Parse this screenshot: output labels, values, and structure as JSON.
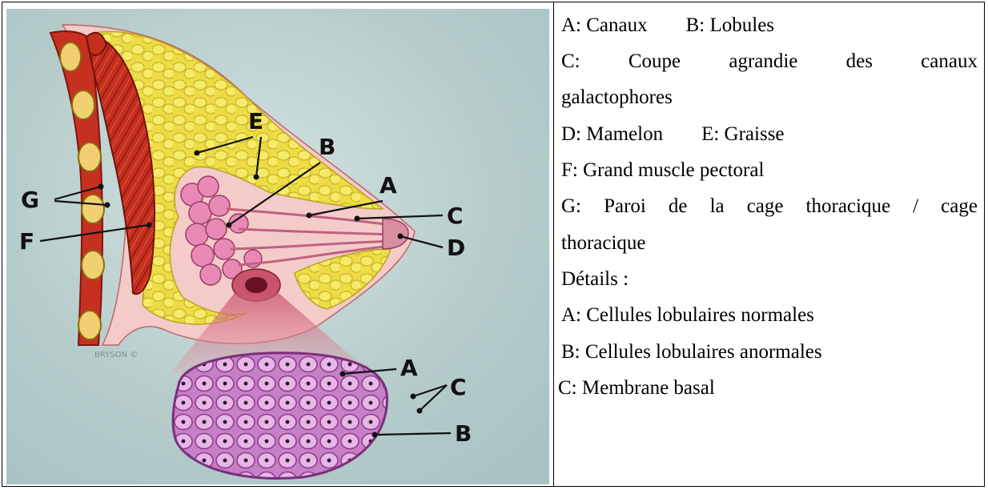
{
  "diagram": {
    "labels": {
      "E": "E",
      "B": "B",
      "A": "A",
      "C": "C",
      "G": "G",
      "F": "F",
      "D": "D",
      "A_detail": "A",
      "C_detail": "C",
      "B_detail": "B"
    },
    "watermark": "BRYSON ©",
    "colors": {
      "background": "#b7cfcf",
      "muscle": "#c8321f",
      "fat": "#f0e04a",
      "breast_tissue": "#f3c6c8",
      "lobules": "#e78ab8",
      "cells": "#d98bd6"
    }
  },
  "legend": {
    "line1_a": "A: Canaux",
    "line1_b": "B: Lobules",
    "line2_words": [
      "C:",
      "Coupe",
      "agrandie",
      "des",
      "canaux"
    ],
    "line3": "galactophores",
    "line4_a": "D: Mamelon",
    "line4_b": "E: Graisse",
    "line5": "F: Grand muscle pectoral",
    "line6_words": [
      "G:",
      "Paroi",
      "de",
      "la",
      "cage",
      "thoracique",
      "/",
      "cage"
    ],
    "line7": "thoracique",
    "line8": "Détails :",
    "line9": "A: Cellules lobulaires normales",
    "line10": "B: Cellules lobulaires anormales",
    "line11": "C: Membrane basal"
  }
}
